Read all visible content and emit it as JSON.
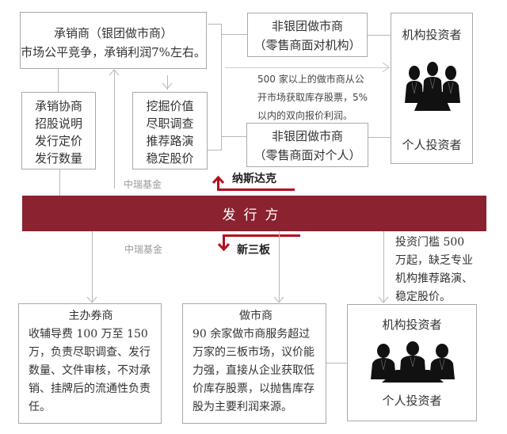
{
  "top": {
    "underwriter_box": {
      "title": "承销商（银团做市商）",
      "desc": "市场公平竞争，承销利润7%左右。"
    },
    "underwriter_tasks": [
      "承销协商",
      "招股说明",
      "发行定价",
      "发行数量"
    ],
    "value_tasks": [
      "挖掘价值",
      "尽职调查",
      "推荐路演",
      "稳定股价"
    ],
    "non_bank_institutional": {
      "line1": "非银团做市商",
      "line2": "（零售商面对机构）"
    },
    "non_bank_retail": {
      "line1": "非银团做市商",
      "line2": "（零售商面对个人）"
    },
    "market_maker_note": [
      "500 家以上的做市商从公",
      "开市场获取库存股票，5%",
      "以内的双向报价利润。"
    ],
    "investors": {
      "institutional": "机构投资者",
      "individual": "个人投资者",
      "icon": "business-meeting-icon"
    },
    "fund_label": "中瑞基金",
    "market_label": "纳斯达克"
  },
  "issuer": {
    "label": "发行方",
    "color": "#8a2230"
  },
  "bottom": {
    "fund_label": "中瑞基金",
    "market_label": "新三板",
    "threshold_note": [
      "投资门槛 500",
      "万起，缺乏专业",
      "机构推荐路演、",
      "稳定股价。"
    ],
    "sponsor_box": {
      "title": "主办券商",
      "desc": [
        "收辅导费 100 万至 150",
        "万，负责尽职调查、发行",
        "数量、文件审核，不对承",
        "销、挂牌后的流通性负责",
        "任。"
      ]
    },
    "market_maker_box": {
      "title": "做市商",
      "desc": [
        "90 余家做市商服务超过",
        "万家的三板市场，议价能",
        "力强，直接从企业获取低",
        "价库存股票，以抛售库存",
        "股为主要利润来源。"
      ]
    },
    "investors": {
      "institutional": "机构投资者",
      "individual": "个人投资者",
      "icon": "business-meeting-icon"
    }
  },
  "colors": {
    "accent_red": "#b50f1e",
    "line_gray": "#b8b8b8",
    "border_gray": "#a9a9a9"
  }
}
